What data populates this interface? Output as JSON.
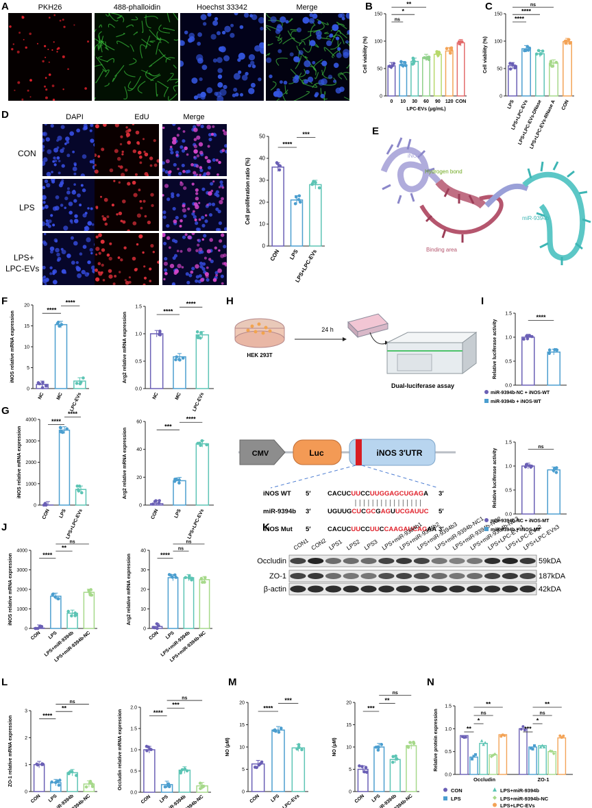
{
  "panels": {
    "A": {
      "letter": "A",
      "labels": [
        "PKH26",
        "488-phalloidin",
        "Hoechst 33342",
        "Merge"
      ]
    },
    "B": {
      "letter": "B"
    },
    "C": {
      "letter": "C"
    },
    "D": {
      "letter": "D",
      "col_labels": [
        "DAPI",
        "EdU",
        "Merge"
      ],
      "row_labels": [
        "CON",
        "LPS",
        "LPS+",
        "LPC-EVs"
      ]
    },
    "E": {
      "letter": "E",
      "labels": {
        "inos": "iNOS",
        "hbond": "Hydrogen bond",
        "mir": "miR-9394b",
        "binding": "Binding area"
      }
    },
    "F": {
      "letter": "F"
    },
    "G": {
      "letter": "G"
    },
    "H": {
      "letter": "H",
      "cell": "HEK 293T",
      "time": "24 h",
      "assay": "Dual-luciferase assay",
      "cmv": "CMV",
      "luc": "Luc",
      "utr": "iNOS 3′UTR",
      "seq": [
        {
          "name": "iNOS WT",
          "p5": "5′",
          "s": "CACUCUUCCUUGGAGCUGAGA",
          "p3": "3′"
        },
        {
          "name": "miR-9394b",
          "p5": "3′",
          "s": "UGUUGCUCGCGAGUUCGAUUC",
          "p3": "5′"
        },
        {
          "name": "iNOS Mut",
          "p5": "5′",
          "s": "CACUCUUCCUUCCAAGAUCAGAA",
          "p3": "3′"
        }
      ]
    },
    "I": {
      "letter": "I"
    },
    "J": {
      "letter": "J"
    },
    "K": {
      "letter": "K",
      "lanes": [
        "CON1",
        "CON2",
        "LPS1",
        "LPS2",
        "LPS3",
        "LPS+miR-9394b1",
        "LPS+miR-9394b2",
        "LPS+miR-9394b3",
        "LPS+miR-9394b-NC1",
        "LPS+miR-9394b-NC2",
        "LPS+miR-9394b-NC3",
        "LPS+LPC-EVs1",
        "LPS+LPC-EVs2",
        "LPS+LPC-EVs3"
      ],
      "rows": [
        {
          "name": "Occludin",
          "kda": "59kDA"
        },
        {
          "name": "ZO-1",
          "kda": "187kDA"
        },
        {
          "name": "β-actin",
          "kda": "42kDA"
        }
      ]
    },
    "L": {
      "letter": "L"
    },
    "M": {
      "letter": "M"
    },
    "N": {
      "letter": "N",
      "legend": [
        "CON",
        "LPS",
        "LPS+miR-9394b",
        "LPS+miR-9394b-NC",
        "LPS+LPC-EVs"
      ]
    }
  },
  "chart_data": [
    {
      "id": "B",
      "type": "bar",
      "ylabel": "Cell viability (%)",
      "xlabel": "LPC-EVs (μg/mL)",
      "categories": [
        "0",
        "10",
        "30",
        "60",
        "90",
        "120",
        "CON"
      ],
      "values": [
        55,
        57,
        63,
        70,
        76,
        82,
        97
      ],
      "ylim": [
        0,
        150
      ],
      "yticks": [
        "0",
        "50",
        "100",
        "150"
      ],
      "colors": [
        "#6a5fb5",
        "#4b9ecf",
        "#5cc4b4",
        "#8fd08a",
        "#b7d96b",
        "#f3a356",
        "#e36b6b"
      ],
      "sig": [
        {
          "l": "ns",
          "a": 0,
          "b": 1
        },
        {
          "l": "*",
          "a": 0,
          "b": 2
        },
        {
          "l": "**",
          "a": 0,
          "b": 3
        },
        {
          "l": "***",
          "a": 0,
          "b": 4
        },
        {
          "l": "****",
          "a": 0,
          "b": 5
        },
        {
          "l": "****",
          "a": 0,
          "b": 6
        }
      ]
    },
    {
      "id": "C",
      "type": "bar",
      "ylabel": "Cell viability (%)",
      "categories": [
        "LPS",
        "LPS+LPC-EVs",
        "LPS+LPC-EVs-DNase",
        "LPS+LPC-EVs-RNase A",
        "CON"
      ],
      "values": [
        55,
        86,
        77,
        60,
        99
      ],
      "ylim": [
        0,
        150
      ],
      "yticks": [
        "0",
        "50",
        "100",
        "150"
      ],
      "colors": [
        "#6a5fb5",
        "#4b9ecf",
        "#5cc4b4",
        "#a6d98a",
        "#f3a356"
      ],
      "sig": [
        {
          "l": "****",
          "a": 0,
          "b": 1
        },
        {
          "l": "****",
          "a": 0,
          "b": 2
        },
        {
          "l": "ns",
          "a": 0,
          "b": 3
        },
        {
          "l": "****",
          "a": 0,
          "b": 4
        }
      ]
    },
    {
      "id": "D",
      "type": "bar",
      "ylabel": "Cell proliferation ratio (%)",
      "categories": [
        "CON",
        "LPS",
        "LPS+LPC-EVs"
      ],
      "values": [
        36,
        21,
        28
      ],
      "ylim": [
        0,
        50
      ],
      "yticks": [
        "0",
        "10",
        "20",
        "30",
        "40",
        "50"
      ],
      "colors": [
        "#6a5fb5",
        "#4b9ecf",
        "#5cc4b4"
      ],
      "sig": [
        {
          "l": "****",
          "a": 0,
          "b": 1
        },
        {
          "l": "***",
          "a": 1,
          "b": 2
        }
      ]
    },
    {
      "id": "F1",
      "type": "bar",
      "ylabel": "iNOS relative mRNA expression",
      "categories": [
        "NC",
        "MC",
        "LPC-EVs"
      ],
      "values": [
        1.0,
        15.3,
        1.8
      ],
      "ylim": [
        0,
        20
      ],
      "yticks": [
        "0",
        "5",
        "10",
        "15",
        "20"
      ],
      "colors": [
        "#6a5fb5",
        "#4b9ecf",
        "#5cc4b4"
      ],
      "sig": [
        {
          "l": "****",
          "a": 0,
          "b": 1
        },
        {
          "l": "****",
          "a": 1,
          "b": 2
        }
      ]
    },
    {
      "id": "F2",
      "type": "bar",
      "ylabel": "Arg2 relative mRNA expression",
      "categories": [
        "NC",
        "MC",
        "LPC-EVs"
      ],
      "values": [
        1.0,
        0.58,
        0.98
      ],
      "ylim": [
        0,
        1.5
      ],
      "yticks": [
        "0.0",
        "0.5",
        "1.0",
        "1.5"
      ],
      "colors": [
        "#6a5fb5",
        "#4b9ecf",
        "#5cc4b4"
      ],
      "sig": [
        {
          "l": "****",
          "a": 0,
          "b": 1
        },
        {
          "l": "****",
          "a": 1,
          "b": 2
        }
      ]
    },
    {
      "id": "G1",
      "type": "bar",
      "ylabel": "iNOS relative mRNA expression",
      "categories": [
        "CON",
        "LPS",
        "LPS+LPC-EVs"
      ],
      "values": [
        5,
        3500,
        730
      ],
      "ylim": [
        0,
        4000
      ],
      "yticks": [
        "0",
        "1000",
        "2000",
        "3000",
        "4000"
      ],
      "colors": [
        "#6a5fb5",
        "#4b9ecf",
        "#5cc4b4"
      ],
      "sig": [
        {
          "l": "****",
          "a": 0,
          "b": 1
        },
        {
          "l": "****",
          "a": 1,
          "b": 2
        }
      ]
    },
    {
      "id": "G2",
      "type": "bar",
      "ylabel": "Arg2 relative mRNA expression",
      "categories": [
        "CON",
        "LPS",
        "LPS+LPC-EVs"
      ],
      "values": [
        1,
        17.5,
        44
      ],
      "ylim": [
        0,
        60
      ],
      "yticks": [
        "0",
        "20",
        "40",
        "60"
      ],
      "colors": [
        "#6a5fb5",
        "#4b9ecf",
        "#5cc4b4"
      ],
      "sig": [
        {
          "l": "***",
          "a": 0,
          "b": 1
        },
        {
          "l": "****",
          "a": 1,
          "b": 2
        }
      ]
    },
    {
      "id": "I1",
      "type": "bar",
      "ylabel": "Relative luciferase activity",
      "categories": [
        "",
        ""
      ],
      "values": [
        1.0,
        0.69
      ],
      "ylim": [
        0,
        1.5
      ],
      "yticks": [
        "0.0",
        "0.5",
        "1.0",
        "1.5"
      ],
      "colors": [
        "#6a5fb5",
        "#4b9ecf"
      ],
      "legend": [
        "miR-9394b-NC + iNOS-WT",
        "miR-9394b + iNOS-WT"
      ],
      "sig": [
        {
          "l": "****",
          "a": 0,
          "b": 1
        }
      ]
    },
    {
      "id": "I2",
      "type": "bar",
      "ylabel": "Relative luciferase activity",
      "categories": [
        "",
        ""
      ],
      "values": [
        1.0,
        0.92
      ],
      "ylim": [
        0,
        1.5
      ],
      "yticks": [
        "0.0",
        "0.5",
        "1.0",
        "1.5"
      ],
      "colors": [
        "#6a5fb5",
        "#4b9ecf"
      ],
      "legend": [
        "miR-9394b-NC + iNOS-MT",
        "miR-9394b + iNOS-MT"
      ],
      "sig": [
        {
          "l": "ns",
          "a": 0,
          "b": 1
        }
      ]
    },
    {
      "id": "J1",
      "type": "bar",
      "ylabel": "iNOS relative mRNA expression",
      "categories": [
        "CON",
        "LPS",
        "LPS+miR-9394b",
        "LPS+miR-9394b-NC"
      ],
      "values": [
        20,
        1650,
        780,
        1850
      ],
      "ylim": [
        0,
        4000
      ],
      "yticks": [
        "0",
        "1000",
        "2000",
        "3000",
        "4000"
      ],
      "colors": [
        "#6a5fb5",
        "#4b9ecf",
        "#5cc4b4",
        "#a6d98a"
      ],
      "sig": [
        {
          "l": "****",
          "a": 0,
          "b": 1
        },
        {
          "l": "**",
          "a": 1,
          "b": 2
        },
        {
          "l": "ns",
          "a": 1,
          "b": 3
        }
      ]
    },
    {
      "id": "J2",
      "type": "bar",
      "ylabel": "Arg2 relative mRNA expression",
      "categories": [
        "CON",
        "LPS",
        "LPS+miR-9394b",
        "LPS+miR-9394b-NC"
      ],
      "values": [
        1,
        26,
        26,
        25
      ],
      "ylim": [
        0,
        40
      ],
      "yticks": [
        "0",
        "10",
        "20",
        "30",
        "40"
      ],
      "colors": [
        "#6a5fb5",
        "#4b9ecf",
        "#5cc4b4",
        "#a6d98a"
      ],
      "sig": [
        {
          "l": "****",
          "a": 0,
          "b": 1
        },
        {
          "l": "ns",
          "a": 1,
          "b": 2
        },
        {
          "l": "ns",
          "a": 1,
          "b": 3
        }
      ]
    },
    {
      "id": "L1",
      "type": "bar",
      "ylabel": "ZO-1 relative mRNA expression",
      "categories": [
        "CON",
        "LPS",
        "LPS+miR-9394b",
        "LPS+miR-9394b-NC"
      ],
      "values": [
        1.0,
        0.33,
        0.7,
        0.28
      ],
      "ylim": [
        0,
        3
      ],
      "yticks": [
        "0",
        "1",
        "2",
        "3"
      ],
      "colors": [
        "#6a5fb5",
        "#4b9ecf",
        "#5cc4b4",
        "#a6d98a"
      ],
      "sig": [
        {
          "l": "****",
          "a": 0,
          "b": 1
        },
        {
          "l": "**",
          "a": 1,
          "b": 2
        },
        {
          "l": "ns",
          "a": 1,
          "b": 3
        }
      ]
    },
    {
      "id": "L2",
      "type": "bar",
      "ylabel": "Occludin relative mRNA expression",
      "categories": [
        "CON",
        "LPS",
        "LPS+miR-9394b",
        "LPS+miR-9394b-NC"
      ],
      "values": [
        1.0,
        0.18,
        0.52,
        0.15
      ],
      "ylim": [
        0,
        2
      ],
      "yticks": [
        "0.0",
        "0.5",
        "1.0",
        "1.5",
        "2.0"
      ],
      "colors": [
        "#6a5fb5",
        "#4b9ecf",
        "#5cc4b4",
        "#a6d98a"
      ],
      "sig": [
        {
          "l": "****",
          "a": 0,
          "b": 1
        },
        {
          "l": "***",
          "a": 1,
          "b": 2
        },
        {
          "l": "ns",
          "a": 1,
          "b": 3
        }
      ]
    },
    {
      "id": "M1",
      "type": "bar",
      "ylabel": "NO (μM)",
      "categories": [
        "CON",
        "LPS",
        "LPS+LPC-EVs"
      ],
      "values": [
        6.2,
        13.8,
        9.8
      ],
      "ylim": [
        0,
        20
      ],
      "yticks": [
        "0",
        "5",
        "10",
        "15",
        "20"
      ],
      "colors": [
        "#6a5fb5",
        "#4b9ecf",
        "#5cc4b4"
      ],
      "sig": [
        {
          "l": "****",
          "a": 0,
          "b": 1
        },
        {
          "l": "***",
          "a": 1,
          "b": 2
        }
      ]
    },
    {
      "id": "M2",
      "type": "bar",
      "ylabel": "NO (μM)",
      "categories": [
        "CON",
        "LPS",
        "LPS+miR-9394b",
        "LPS+miR-9394b-NC"
      ],
      "values": [
        5.0,
        10.0,
        7.2,
        10.3
      ],
      "ylim": [
        0,
        20
      ],
      "yticks": [
        "0",
        "5",
        "10",
        "15",
        "20"
      ],
      "colors": [
        "#6a5fb5",
        "#4b9ecf",
        "#5cc4b4",
        "#a6d98a"
      ],
      "sig": [
        {
          "l": "***",
          "a": 0,
          "b": 1
        },
        {
          "l": "**",
          "a": 1,
          "b": 2
        },
        {
          "l": "ns",
          "a": 1,
          "b": 3
        }
      ]
    },
    {
      "id": "N",
      "type": "bar",
      "ylabel": "Relative protein expression",
      "groups": [
        "Occludin",
        "ZO-1"
      ],
      "series": [
        {
          "name": "CON",
          "values": [
            0.85,
            1.0
          ]
        },
        {
          "name": "LPS",
          "values": [
            0.38,
            0.6
          ]
        },
        {
          "name": "LPS+miR-9394b",
          "values": [
            0.68,
            0.63
          ]
        },
        {
          "name": "LPS+miR-9394b-NC",
          "values": [
            0.43,
            0.5
          ]
        },
        {
          "name": "LPS+LPC-EVs",
          "values": [
            0.87,
            0.8
          ]
        }
      ],
      "ylim": [
        0,
        1.5
      ],
      "yticks": [
        "0.0",
        "0.5",
        "1.0",
        "1.5"
      ],
      "colors": [
        "#6a5fb5",
        "#4b9ecf",
        "#5cc4b4",
        "#a6d98a",
        "#f3a356"
      ],
      "sig": [
        {
          "g": 0,
          "l": "**",
          "a": 0,
          "b": 1
        },
        {
          "g": 0,
          "l": "*",
          "a": 1,
          "b": 2
        },
        {
          "g": 0,
          "l": "ns",
          "a": 1,
          "b": 3
        },
        {
          "g": 0,
          "l": "**",
          "a": 1,
          "b": 4
        },
        {
          "g": 1,
          "l": "***",
          "a": 0,
          "b": 1
        },
        {
          "g": 1,
          "l": "*",
          "a": 1,
          "b": 2
        },
        {
          "g": 1,
          "l": "ns",
          "a": 1,
          "b": 3
        },
        {
          "g": 1,
          "l": "**",
          "a": 1,
          "b": 4
        }
      ]
    }
  ]
}
